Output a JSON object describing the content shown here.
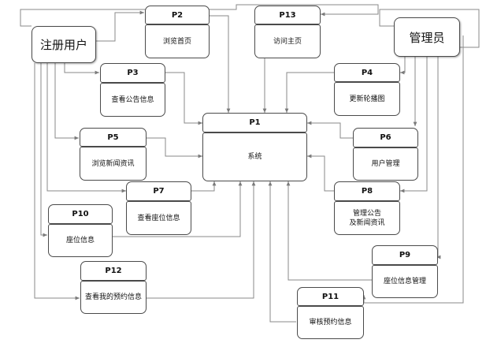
{
  "actors": {
    "registered_user": "注册用户",
    "admin": "管理员"
  },
  "system": {
    "id": "P1",
    "label": "系统"
  },
  "processes": [
    {
      "key": "p2",
      "id": "P2",
      "label": "浏览首页"
    },
    {
      "key": "p3",
      "id": "P3",
      "label": "查看公告信息"
    },
    {
      "key": "p4",
      "id": "P4",
      "label": "更新轮播图"
    },
    {
      "key": "p5",
      "id": "P5",
      "label": "浏览新闻资讯"
    },
    {
      "key": "p6",
      "id": "P6",
      "label": "用户管理"
    },
    {
      "key": "p7",
      "id": "P7",
      "label": "查看座位信息"
    },
    {
      "key": "p8",
      "id": "P8",
      "label": "管理公告\n及新闻资讯"
    },
    {
      "key": "p9",
      "id": "P9",
      "label": "座位信息管理"
    },
    {
      "key": "p10",
      "id": "P10",
      "label": "座位信息"
    },
    {
      "key": "p11",
      "id": "P11",
      "label": "审核预约信息"
    },
    {
      "key": "p12",
      "id": "P12",
      "label": "查看我的预约信息"
    },
    {
      "key": "p13",
      "id": "P13",
      "label": "访问主页"
    }
  ],
  "colors": {
    "line": "#8a8a8a",
    "border": "#4a4a4a"
  }
}
